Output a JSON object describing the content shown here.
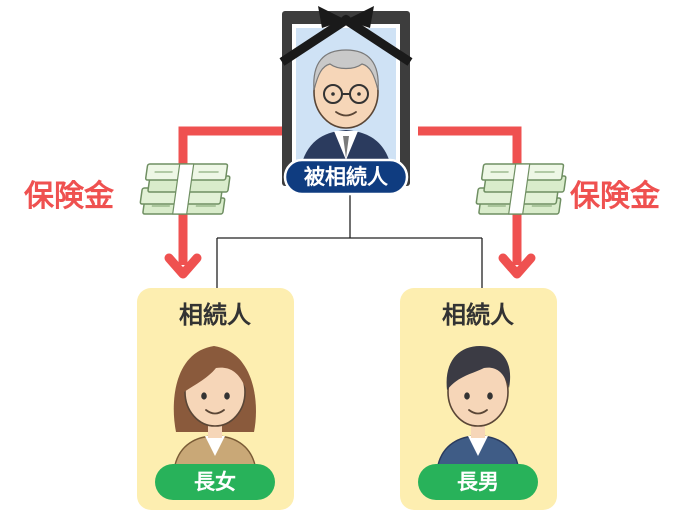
{
  "diagram": {
    "deceased": {
      "label": "被相続人"
    },
    "heirs": [
      {
        "title": "相続人",
        "relation": "長女"
      },
      {
        "title": "相続人",
        "relation": "長男"
      }
    ],
    "insurance_labels": [
      "保険金",
      "保険金"
    ]
  },
  "colors": {
    "accent_red": "#ef5150",
    "heir_card": "#fdeeb0",
    "relation_pill": "#28b25a",
    "deceased_pill": "#0f3c80",
    "frame": "#3d3d3d"
  }
}
